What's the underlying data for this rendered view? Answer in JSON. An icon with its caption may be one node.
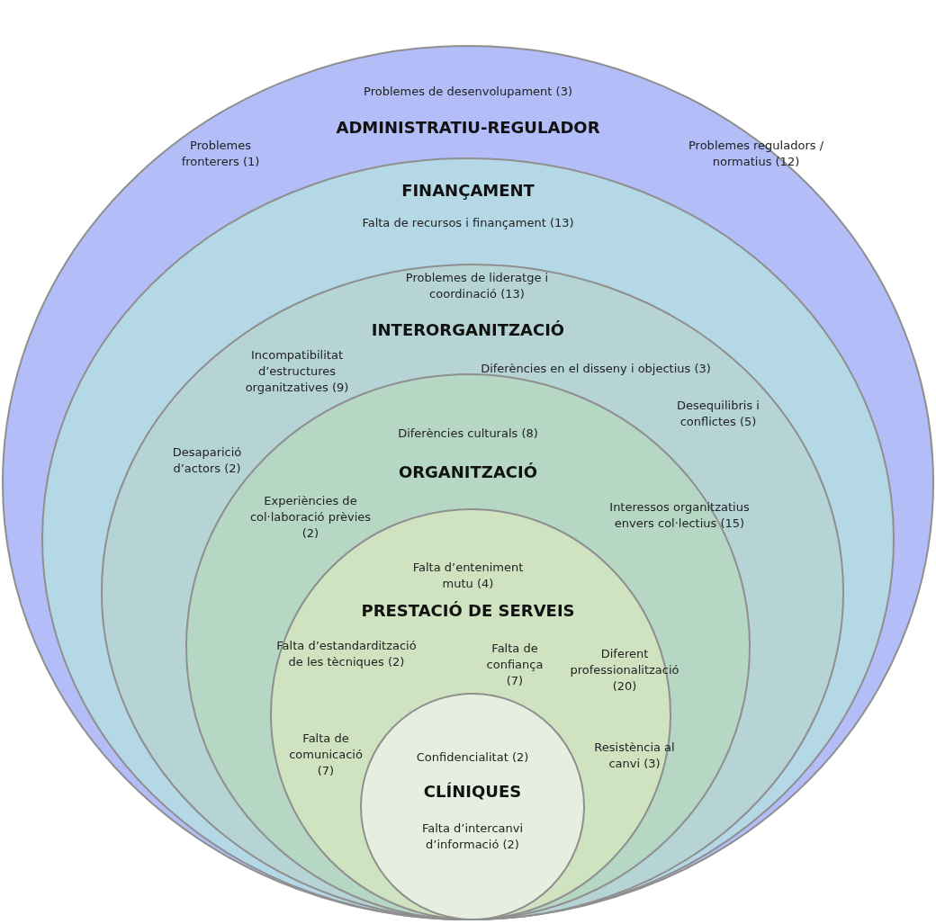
{
  "diagram": {
    "nodes": [
      {
        "text": [
          "Problemes de desenvolupament (3)",
          "ADMINISTRATIU-REGULADOR",
          "Problemes fronterers (1)",
          "Problemes reguladors / normatius (12)"
        ]
      },
      {
        "text": [
          "FINANÇAMENT",
          "Falta de recursos i finançament (13)"
        ],
        "in": 0
      },
      {
        "text": [
          "Problemes de lideratge i coordinació (13)",
          "INTERORGANITZACIÓ",
          "Incompatibilitat d’estructures organitzatives (9)",
          "Diferències en el disseny i objectius (3)",
          "Desequilibris i conflictes (5)",
          "Desaparició d’actors (2)"
        ],
        "in": 1
      },
      {
        "text": [
          "Diferències culturals (8)",
          "ORGANITZACIÓ",
          "Experiències de col·laboració prèvies (2)",
          "Interessos organitzatius envers col·lectius (15)"
        ],
        "in": 2
      },
      {
        "text": [
          "Falta d’enteniment mutu (4)",
          "PRESTACIÓ DE SERVEIS",
          "Falta d’estandardització de les tècniques (2)",
          "Falta de confiança (7)",
          "Diferent professionalització (20)",
          "Falta de comunicació (7)",
          "Resistència al canvi (3)"
        ],
        "in": 3
      },
      {
        "text": [
          "Confidencialitat (2)",
          "CLÍNIQUES",
          "Falta d’intercanvi d’informació (2)"
        ],
        "in": 4
      }
    ]
  }
}
